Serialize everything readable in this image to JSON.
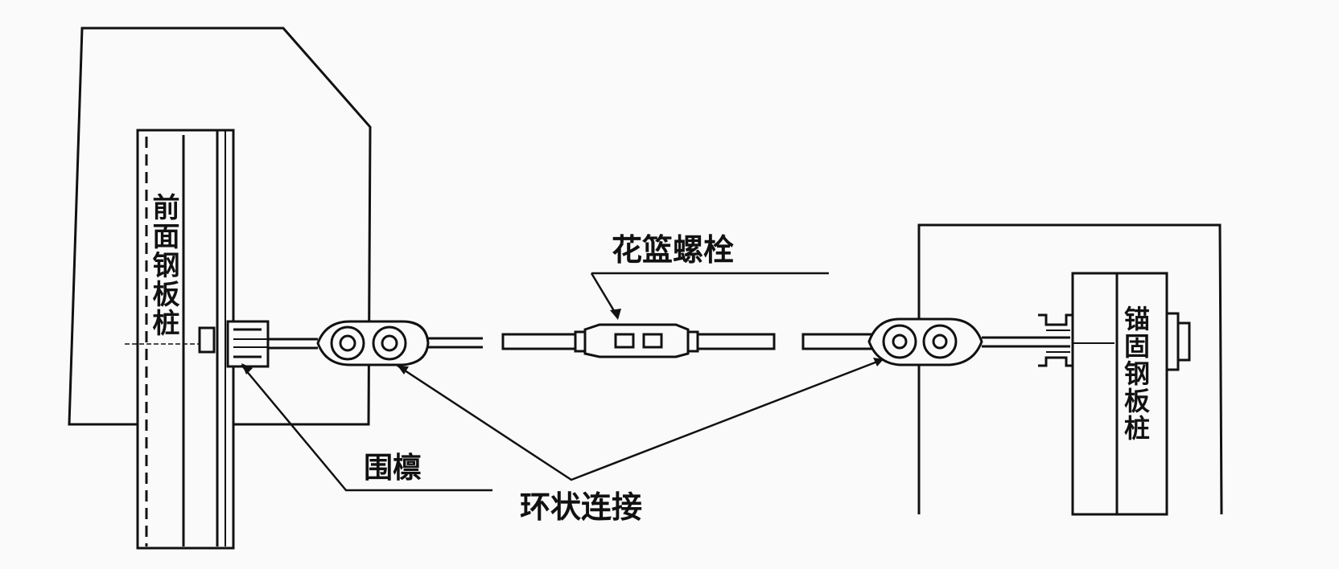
{
  "diagram": {
    "type": "engineering-cross-section",
    "colors": {
      "line": "#111111",
      "background": "#fbfafa"
    },
    "labels": {
      "front_pile": "前面钢板桩",
      "anchor_pile": "锚固钢板桩",
      "turnbuckle": "花篮螺栓",
      "waling": "围檩",
      "ring_connection": "环状连接"
    },
    "components": [
      {
        "id": "front-sheet-pile",
        "label": "前面钢板桩",
        "position": "left"
      },
      {
        "id": "waling-left",
        "label": "围檩",
        "position": "left"
      },
      {
        "id": "ring-connector-left",
        "label": "环状连接",
        "position": "left-center"
      },
      {
        "id": "turnbuckle",
        "label": "花篮螺栓",
        "position": "center"
      },
      {
        "id": "ring-connector-right",
        "label": "环状连接",
        "position": "right-center"
      },
      {
        "id": "anchor-sheet-pile",
        "label": "锚固钢板桩",
        "position": "right"
      }
    ]
  }
}
